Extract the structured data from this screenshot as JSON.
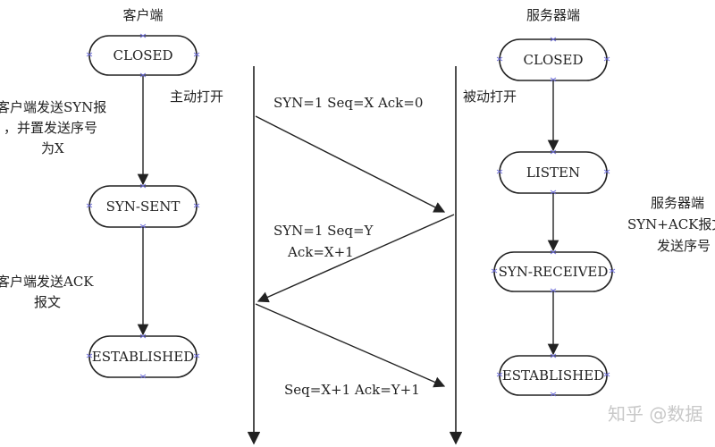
{
  "client": {
    "title": "客户端",
    "states": [
      "CLOSED",
      "SYN-SENT",
      "ESTABLISHED"
    ],
    "note1": [
      "客户端发送SYN报",
      "，并置发送序号",
      "为X"
    ],
    "note2": [
      "客户端发送ACK",
      "报文"
    ],
    "action": "主动打开"
  },
  "server": {
    "title": "服务器端",
    "states": [
      "CLOSED",
      "LISTEN",
      "SYN-RECEIVED",
      "ESTABLISHED"
    ],
    "note": [
      "服务器端",
      "SYN+ACK报文",
      "发送序号"
    ],
    "action": "被动打开"
  },
  "messages": {
    "m1": [
      "SYN=1 Seq=X Ack=0"
    ],
    "m2": [
      "SYN=1 Seq=Y",
      "Ack=X+1"
    ],
    "m3": [
      "Seq=X+1 Ack=Y+1"
    ]
  },
  "watermark": "知乎 @数据",
  "colors": {
    "stroke": "#222222",
    "handle": "#6a6ad8",
    "watermark": "#c8c8c8"
  }
}
